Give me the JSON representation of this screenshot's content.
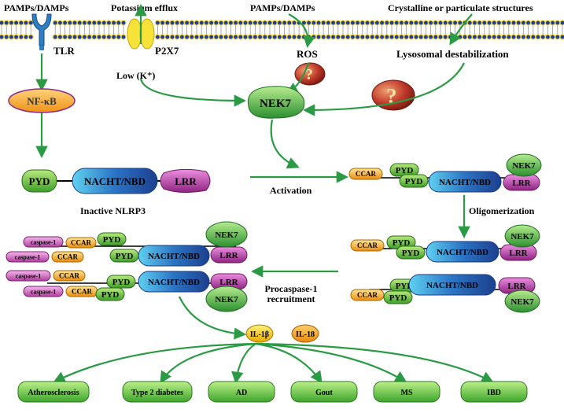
{
  "top": {
    "pamps_left": "PAMPs/DAMPs",
    "potassium": "Potassium efflux",
    "pamps_mid": "PAMPs/DAMPs",
    "crystalline": "Crystalline or particulate  structures"
  },
  "membrane": {
    "tlr": "TLR",
    "p2x7": "P2X7",
    "low_k": "Low (K⁺)",
    "ros": "ROS",
    "lysosomal": "Lysosomal destabilization",
    "question": "?"
  },
  "center": {
    "nfkb": "NF-κB",
    "nek7": "NEK7",
    "activation": "Activation",
    "oligomerization": "Oligomerization",
    "procaspase_line1": "Procaspase-1",
    "procaspase_line2": "recruitment",
    "inactive_label": "Inactive NLRP3"
  },
  "domains": {
    "pyd": "PYD",
    "nacht": "NACHT/NBD",
    "lrr": "LRR",
    "ccar": "CCAR",
    "nek7": "NEK7",
    "caspase": "caspase-1",
    "caspase_cap": "caspase-1"
  },
  "cytokines": {
    "il1b": "IL-1β",
    "il18": "IL-18"
  },
  "diseases": [
    "Atherosclerosis",
    "Type 2 diabetes",
    "AD",
    "Gout",
    "MS",
    "IBD"
  ],
  "colors": {
    "arrow": "#2a9a45",
    "pyd": "#5fbf3a",
    "nacht": "#2b74c4",
    "lrr": "#b0359e",
    "ccar": "#f3a420",
    "nek7": "#38a83c",
    "caspase": "#c34fb4",
    "nfkb": "#f5a623",
    "question": "#c0392b",
    "disease": "#4cb83a"
  }
}
